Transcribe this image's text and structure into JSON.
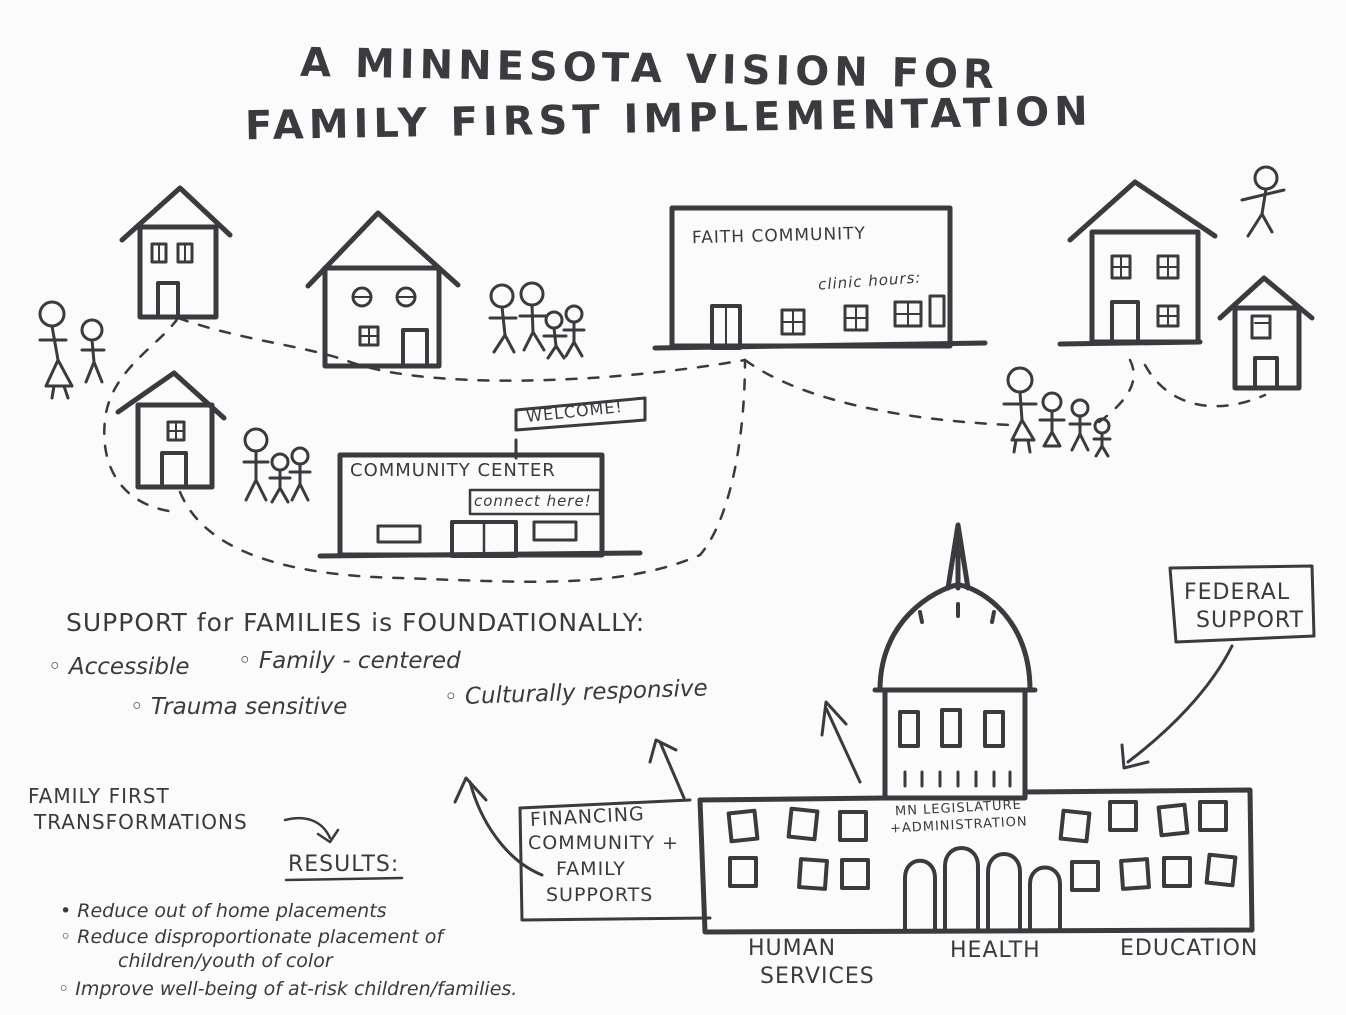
{
  "title": {
    "line1": "A MINNESOTA VISION FOR",
    "line2": "FAMILY FIRST IMPLEMENTATION"
  },
  "buildings": {
    "faith": "FAITH COMMUNITY",
    "clinic": "clinic hours:",
    "community_center": "COMMUNITY CENTER",
    "welcome_sign": "WELCOME!",
    "connect_sign": "connect here!",
    "capitol_line1": "MN LEGISLATURE",
    "capitol_line2": "+ADMINISTRATION"
  },
  "federal": {
    "line1": "FEDERAL",
    "line2": "SUPPORT"
  },
  "support": {
    "heading": "SUPPORT for FAMILIES is FOUNDATIONALLY:",
    "items": [
      "Accessible",
      "Family - centered",
      "Trauma sensitive",
      "Culturally responsive"
    ]
  },
  "transformations": {
    "line1": "FAMILY FIRST",
    "line2": "TRANSFORMATIONS"
  },
  "financing": {
    "line1": "FINANCING",
    "line2": "COMMUNITY +",
    "line3": "FAMILY",
    "line4": "SUPPORTS"
  },
  "results": {
    "heading": "RESULTS:",
    "items": [
      "Reduce out of home placements",
      "Reduce disproportionate placement of",
      "children/youth of color",
      "Improve well-being of at-risk children/families."
    ]
  },
  "departments": {
    "human_services_line1": "HUMAN",
    "human_services_line2": "SERVICES",
    "health": "HEALTH",
    "education": "EDUCATION"
  },
  "colors": {
    "ink": "#3a3a3f",
    "paper": "#fbfbfb"
  }
}
